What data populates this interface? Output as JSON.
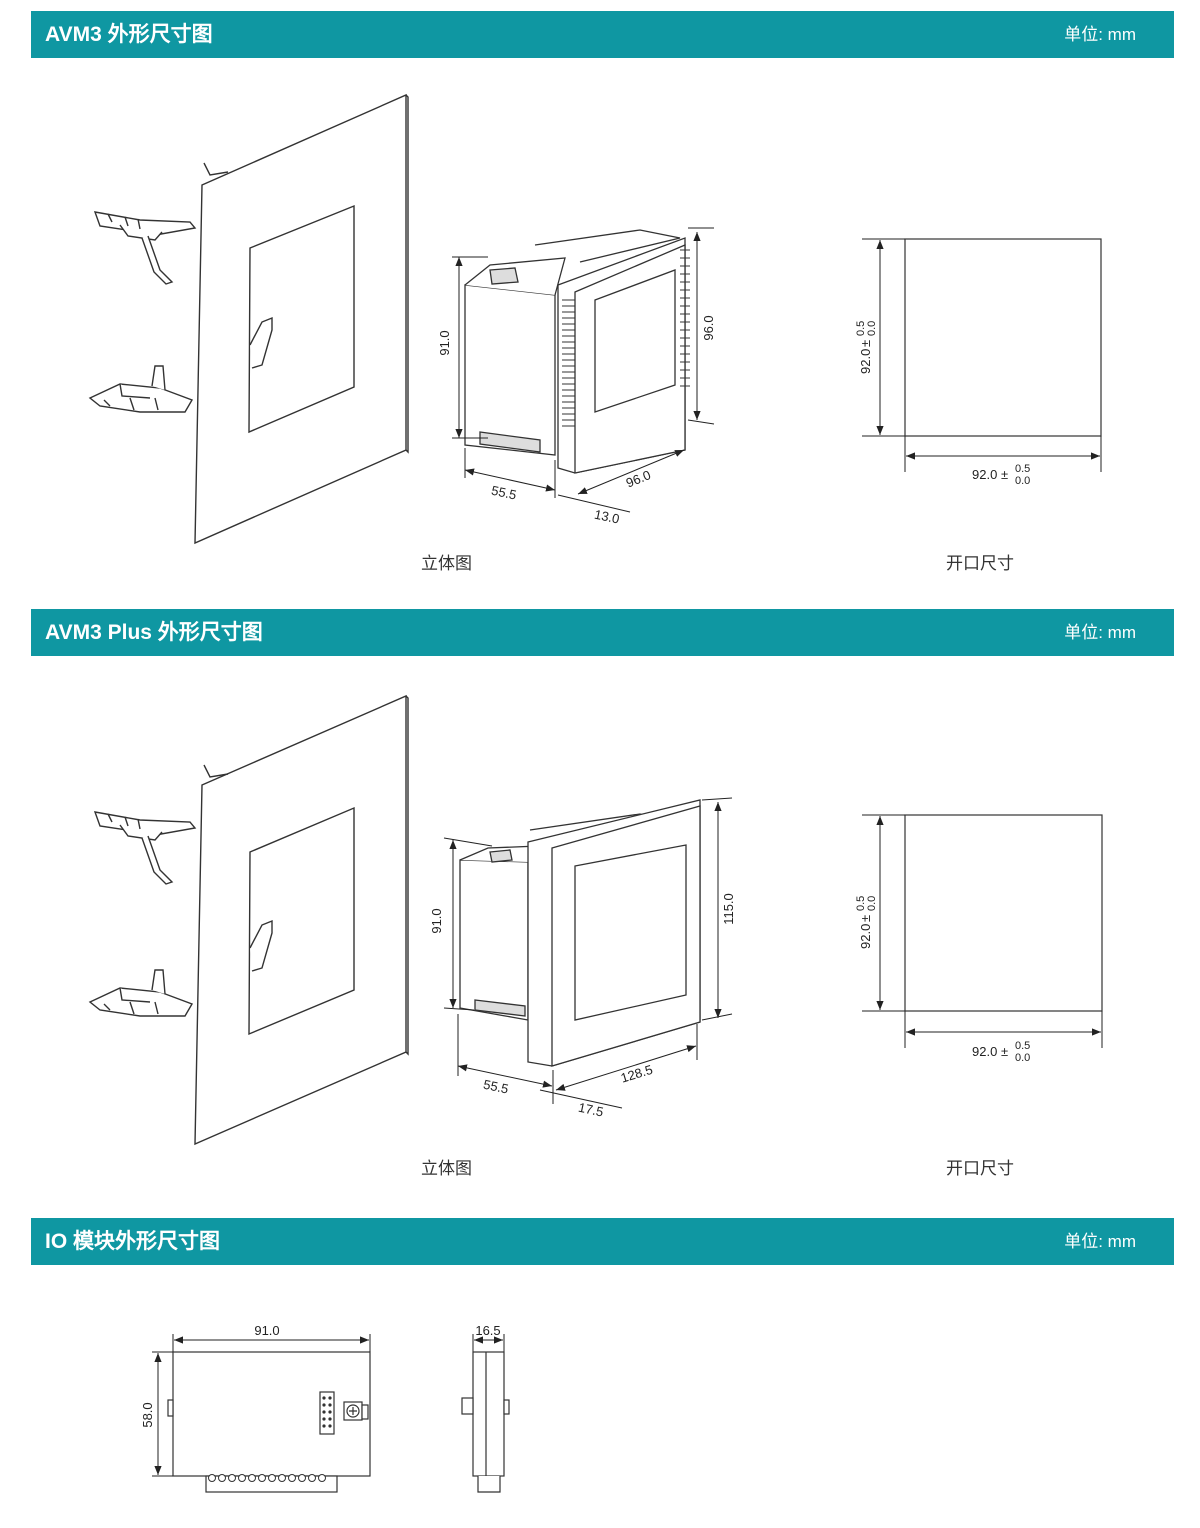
{
  "sections": [
    {
      "title": "AVM3 外形尺寸图",
      "unit": "单位: mm",
      "view_label": "立体图",
      "cutout_label": "开口尺寸",
      "dims": {
        "height_back": "91.0",
        "height_front": "96.0",
        "depth_back": "55.5",
        "depth_front": "13.0",
        "width_front": "96.0",
        "cutout_height": "92.0",
        "cutout_width": "92.0",
        "tol_plus": "0.5",
        "tol_minus": "0.0",
        "tol_sign": "±"
      }
    },
    {
      "title": "AVM3 Plus 外形尺寸图",
      "unit": "单位: mm",
      "view_label": "立体图",
      "cutout_label": "开口尺寸",
      "dims": {
        "height_back": "91.0",
        "height_front": "115.0",
        "depth_back": "55.5",
        "depth_front": "17.5",
        "width_front": "128.5",
        "cutout_height": "92.0",
        "cutout_width": "92.0",
        "tol_plus": "0.5",
        "tol_minus": "0.0",
        "tol_sign": "±"
      }
    },
    {
      "title": "IO 模块外形尺寸图",
      "unit": "单位: mm",
      "dims": {
        "width": "91.0",
        "height": "58.0",
        "thickness": "16.5"
      }
    }
  ],
  "colors": {
    "band": "#0f97a2",
    "line": "#333333"
  },
  "icons": [
    "mounting-clip-icon",
    "panel-plate-icon",
    "meter-body-icon",
    "cutout-square-icon",
    "io-module-icon"
  ]
}
